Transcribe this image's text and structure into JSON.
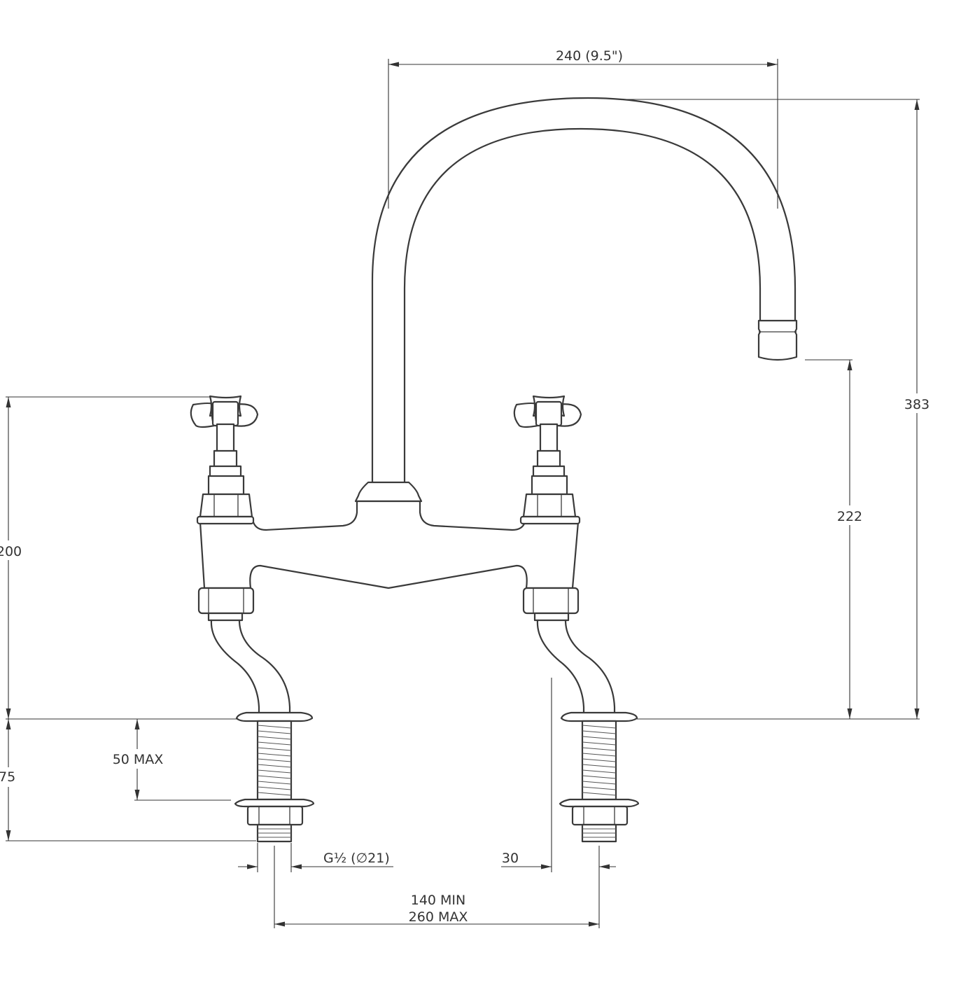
{
  "dimensions": {
    "spout_reach": "240 (9.5\")",
    "overall_height": "383",
    "spout_outlet_height": "222",
    "handle_height": "200",
    "deck_max_thickness": "50 MAX",
    "tail_length": "75",
    "thread_size": "G½ (∅21)",
    "leg_clearance": "30",
    "centres_min": "140 MIN",
    "centres_max": "260 MAX"
  }
}
